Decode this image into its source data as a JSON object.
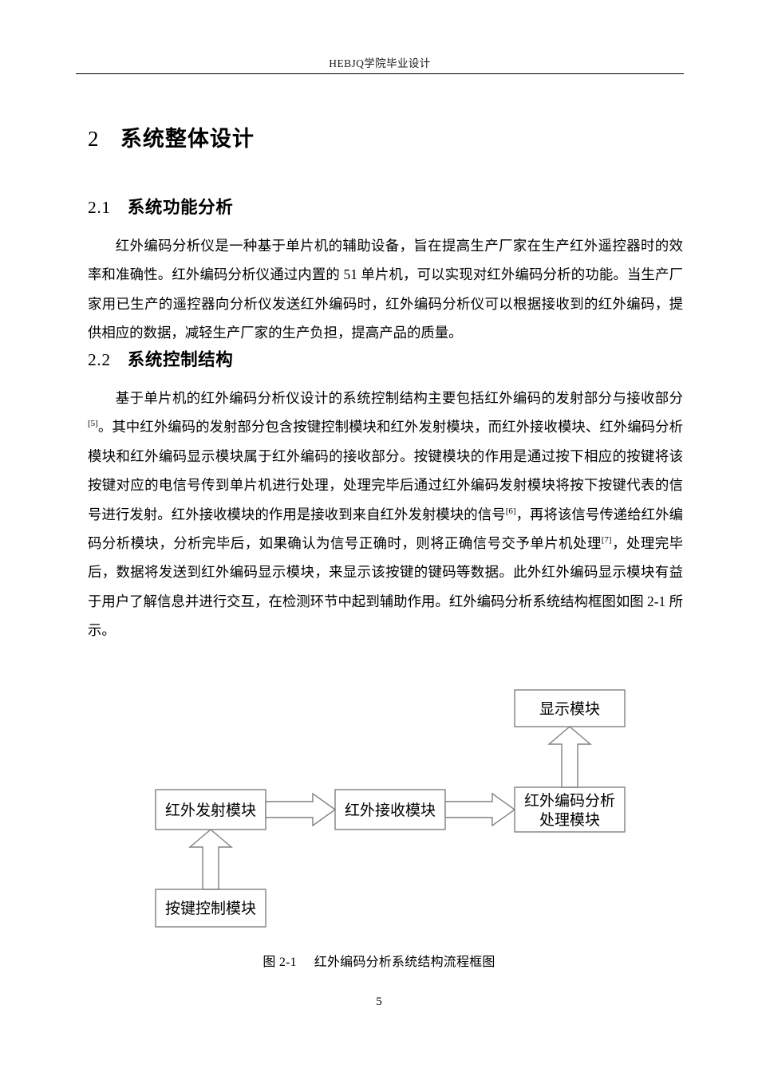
{
  "header": {
    "running_title": "HEBJQ学院毕业设计"
  },
  "headings": {
    "chapter_number": "2",
    "chapter_title": "系统整体设计",
    "section_1_number": "2.1",
    "section_1_title": "系统功能分析",
    "section_2_number": "2.2",
    "section_2_title": "系统控制结构"
  },
  "paragraphs": {
    "p1_a": "红外编码分析仪是一种基于单片机的辅助设备，旨在提高生产厂家在生产红外遥控器时的效率和准确性。红外编码分析仪通过内置的 51 单片机，可以实现对红外编码分析的功能。当生产厂家用已生产的遥控器向分析仪发送红外编码时，红外编码分析仪可以根据接收到的红外编码，提供相应的数据，减轻生产厂家的生产负担，提高产品的质量。",
    "p2_a": "基于单片机的红外编码分析仪设计的系统控制结构主要包括红外编码的发射部分与接收部分",
    "p2_cite1": "[5]",
    "p2_b": "。其中红外编码的发射部分包含按键控制模块和红外发射模块，而红外接收模块、红外编码分析模块和红外编码显示模块属于红外编码的接收部分。按键模块的作用是通过按下相应的按键将该按键对应的电信号传到单片机进行处理，处理完毕后通过红外编码发射模块将按下按键代表的信号进行发射。红外接收模块的作用是接收到来自红外发射模块的信号",
    "p2_cite2": "[6]",
    "p2_c": "，再将该信号传递给红外编码分析模块，分析完毕后，如果确认为信号正确时，则将正确信号交予单片机处理",
    "p2_cite3": "[7]",
    "p2_d": "，处理完毕后，数据将发送到红外编码显示模块，来显示该按键的键码等数据。此外红外编码显示模块有益于用户了解信息并进行交互，在检测环节中起到辅助作用。红外编码分析系统结构框图如图 2-1 所示。"
  },
  "figure": {
    "caption_number": "图 2-1",
    "caption_title": "红外编码分析系统结构流程框图",
    "boxes": {
      "display_module": "显示模块",
      "ir_transmit_module": "红外发射模块",
      "ir_receive_module": "红外接收模块",
      "ir_decode_analysis_line1": "红外编码分析",
      "ir_decode_analysis_line2": "处理模块",
      "key_control_module": "按键控制模块"
    },
    "colors": {
      "box_stroke": "#808080",
      "arrow_stroke": "#808080",
      "text": "#000000"
    }
  },
  "footer": {
    "page_number": "5"
  }
}
